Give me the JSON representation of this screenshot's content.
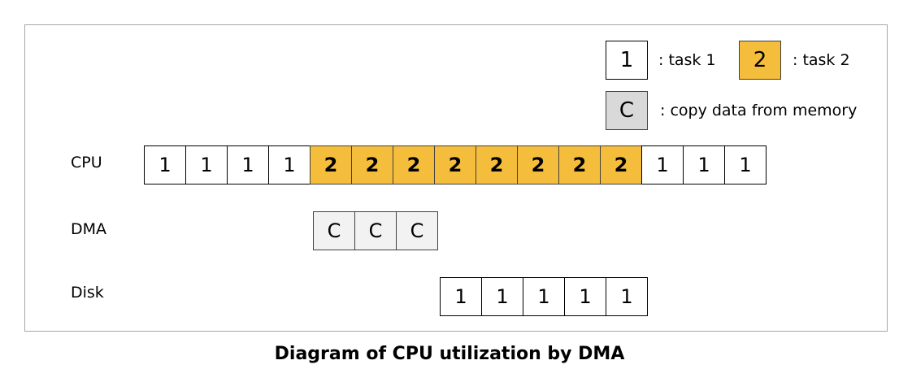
{
  "legend": [
    {
      "symbol": "1",
      "text": ": task 1",
      "kind": "task1"
    },
    {
      "symbol": "2",
      "text": ": task 2",
      "kind": "task2"
    },
    {
      "symbol": "C",
      "text": ": copy data from memory",
      "kind": "copy"
    }
  ],
  "rows": [
    {
      "label": "CPU",
      "cells": [
        "1",
        "1",
        "1",
        "1",
        "2",
        "2",
        "2",
        "2",
        "2",
        "2",
        "2",
        "2",
        "1",
        "1",
        "1"
      ]
    },
    {
      "label": "DMA",
      "cells": [
        "C",
        "C",
        "C"
      ]
    },
    {
      "label": "Disk",
      "cells": [
        "1",
        "1",
        "1",
        "1",
        "1"
      ]
    }
  ],
  "caption": "Diagram of CPU utilization by DMA",
  "colors": {
    "task2": "#f5bd3c",
    "copy_legend": "#d9d9d9",
    "copy_cell": "#f2f2f2",
    "frame": "#a6a6a6"
  }
}
